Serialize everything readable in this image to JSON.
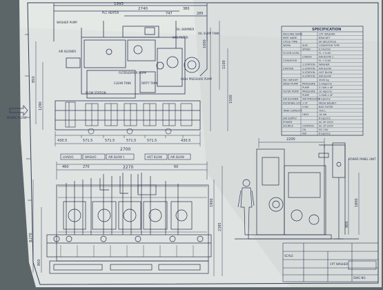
{
  "sheet": {
    "top_dims": [
      "1993",
      "2740",
      "747",
      "285",
      "380"
    ],
    "top_callouts": [
      "PLC HEATER",
      "OIL SKIMMER",
      "WASHER PUMP",
      "BAG FILTER",
      "AIR BLOWER",
      "OIL SUMP TANK",
      "HIGH PRESSURE PUMP",
      "FILTER/DRYER PUMP",
      "CLEAN TANK",
      "DIRTY TANK",
      "FLOW STATION",
      "WORK FLOW"
    ],
    "bottom_dims": [
      "430.5",
      "571.5",
      "571.5",
      "571.5",
      "571.5",
      "430.5"
    ],
    "overall_width": "2700",
    "right_dims": [
      "1000",
      "1100",
      "1500",
      "850",
      "1290",
      "2200"
    ],
    "stations": [
      "LOAD/O",
      "WASH/O",
      "AIR BLOW 1",
      "HOT BLOW",
      "AIR BLOW"
    ],
    "front_dims": [
      "460",
      "270",
      "2270",
      "60"
    ],
    "front_side_dims": [
      "2385",
      "1900",
      "1270",
      "800"
    ],
    "side_dims": [
      "2200",
      "1800",
      "900"
    ],
    "power_box_label": "POWER PANEL UNIT",
    "spec": {
      "title": "SPECIFICATION",
      "rows": [
        [
          "MACHINE NAME",
          "",
          "CPT WASHER"
        ],
        [
          "PART NAME",
          "",
          "BRACKET"
        ],
        [
          "CYCLE TIME",
          "",
          "30 SEC/CYCLE"
        ],
        [
          "WORK",
          "SIZE",
          "CONVEYOR TYPE"
        ],
        [
          "",
          "SPEED",
          "0.5m/min"
        ],
        [
          "FLOOR LEVEL",
          "",
          "FL +1100"
        ],
        [
          "",
          "LOAD/O",
          "AIR BLOW 1"
        ],
        [
          "CONVEYOR",
          "",
          "FL +1100"
        ],
        [
          "",
          "1.STATION",
          "WASHER"
        ],
        [
          "STATION",
          "2.STATION",
          "AIR BLOW"
        ],
        [
          "",
          "3.STATION",
          "HOT BLOW"
        ],
        [
          "",
          "4.STATION",
          "AIR BLOW"
        ],
        [
          "M/C WEIGHT",
          "",
          "3000 kg"
        ],
        [
          "WASH PUMP",
          "PRESSURE",
          "2.0kg/cm2"
        ],
        [
          "",
          "PUMP",
          "3.7kW x 4P"
        ],
        [
          "FILTER PUMP",
          "PRESSURE",
          "10 kg/cm2"
        ],
        [
          "",
          "PUMP",
          "1.5kW x 2P"
        ],
        [
          "AIR BLOWER",
          "AIR PRESSURE",
          "5 kg/cm2"
        ],
        [
          "FILTERING SYS",
          "1 ST",
          "MESH BASKET"
        ],
        [
          "",
          "2 ND",
          "BAG FILTER"
        ],
        [
          "TANK CAPACITY",
          "",
          "700 L"
        ],
        [
          "",
          "HEAT",
          "18 kW"
        ],
        [
          "AIR SUPPLY",
          "",
          "6 kg/cm2"
        ],
        [
          "POWER",
          "",
          "AC 3P 220V"
        ],
        [
          "SOURCE",
          "CONTROL",
          "AC 1P 220V"
        ],
        [
          "",
          "OIL",
          "DC 24V"
        ],
        [
          "",
          "AIR",
          "6 kg/cm2"
        ]
      ]
    },
    "title_block": [
      "SCALE",
      "CPT WASHER",
      "DWG NO."
    ]
  }
}
